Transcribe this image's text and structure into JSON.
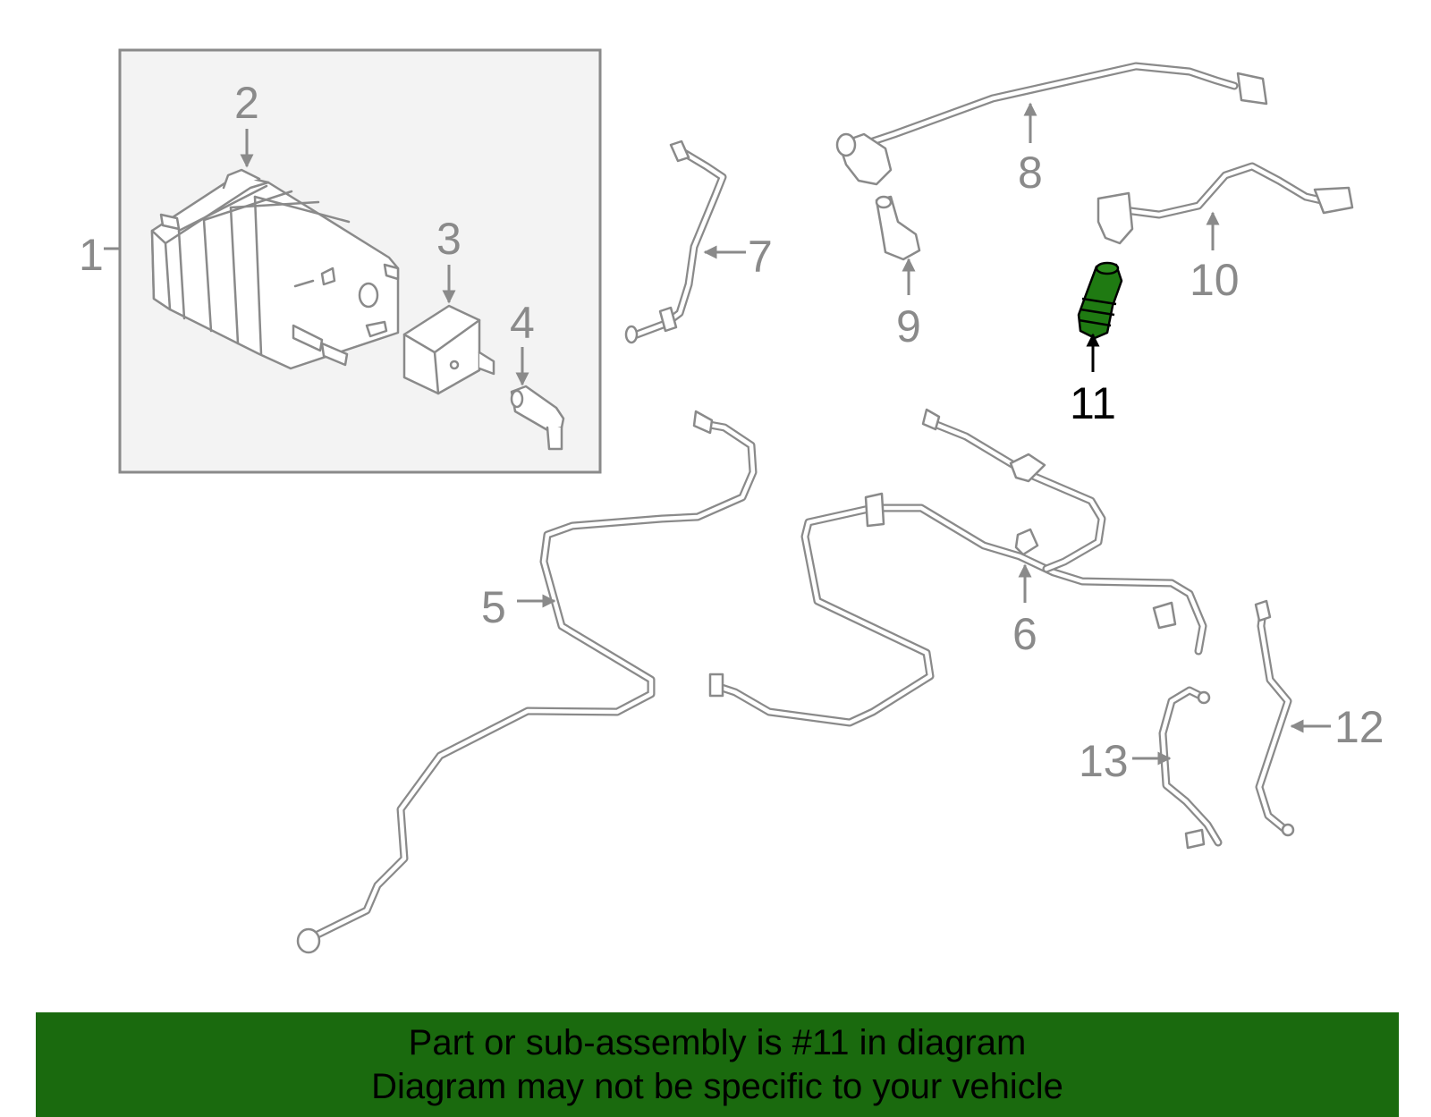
{
  "callouts": {
    "c1": "1",
    "c2": "2",
    "c3": "3",
    "c4": "4",
    "c5": "5",
    "c6": "6",
    "c7": "7",
    "c8": "8",
    "c9": "9",
    "c10": "10",
    "c11": "11",
    "c12": "12",
    "c13": "13"
  },
  "highlighted_part": "11",
  "colors": {
    "highlight_part": "#1f7a12",
    "banner_background": "#1a6a0e",
    "line_art": "#8a8a8a",
    "assembly_box_fill": "#f3f3f3"
  },
  "banner": {
    "line1": "Part or sub-assembly is #11 in diagram",
    "line2": "Diagram may not be specific to your vehicle"
  }
}
